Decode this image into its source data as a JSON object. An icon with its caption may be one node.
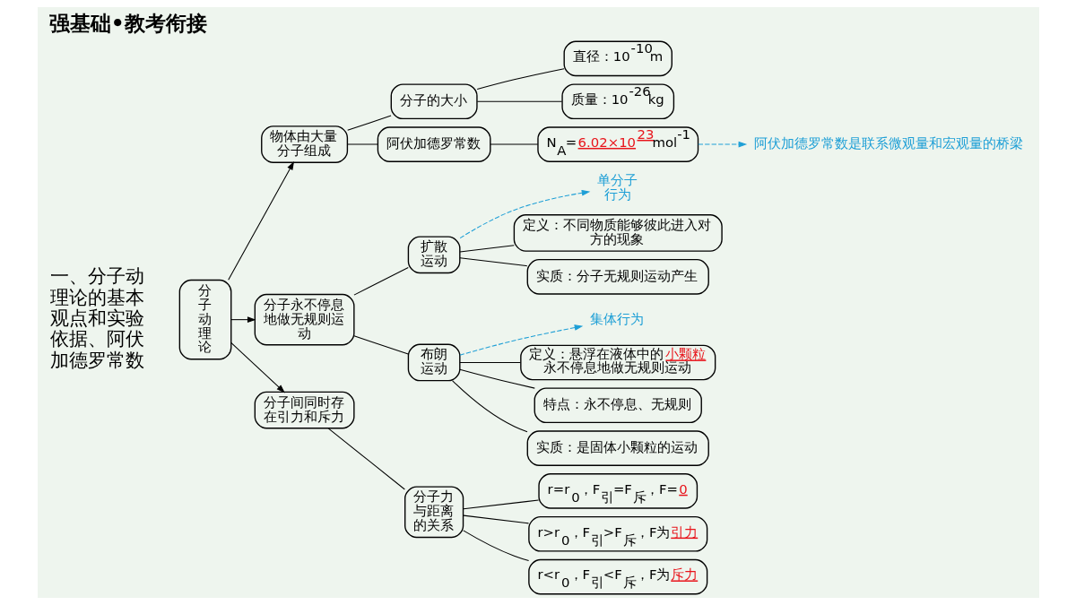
{
  "diagram": {
    "title": "强基础•教考衔接",
    "nodes": [
      {
        "text": [
          "分子动理论"
        ]
      },
      {
        "text": [
          "物体由大量分子组成"
        ]
      },
      {
        "text": [
          "分子的大小"
        ]
      },
      {
        "text": [
          "直径：10$^{-10}$m"
        ]
      },
      {
        "text": [
          "质量：10$^{-26}$kg"
        ]
      },
      {
        "text": [
          "阿伏加德罗常数"
        ]
      },
      {
        "text": [
          "N$_{A}$=",
          "6.02×10$^{23}$",
          "mol$^{-1}$"
        ]
      },
      {
        "text": [
          "阿伏加德罗常数是联系微观量和宏观量的桥梁"
        ]
      },
      {
        "text": [
          "分子永不停息地做无规则运动"
        ]
      },
      {
        "text": [
          "扩散运动"
        ]
      },
      {
        "text": [
          "单分子行为"
        ]
      },
      {
        "text": [
          "定义：不同物质能够彼此进入对方的现象"
        ]
      },
      {
        "text": [
          "实质：分子无规则运动产生"
        ]
      },
      {
        "text": [
          "布朗运动"
        ]
      },
      {
        "text": [
          "集体行为"
        ]
      },
      {
        "text": [
          "定义：悬浮在液体中的",
          "小颗粒",
          "永不停息地做无规则运动"
        ]
      },
      {
        "text": [
          "特点：永不停息、无规则"
        ]
      },
      {
        "text": [
          "实质：是固体小颗粒的运动"
        ]
      },
      {
        "text": [
          "分子间同时存在引力和斥力"
        ]
      },
      {
        "text": [
          "分子力与距离的关系"
        ]
      },
      {
        "text": [
          "r=r$_{0}$，F$_{引}$=F$_{斥}$，F=",
          "0"
        ]
      },
      {
        "text": [
          "r>r$_{0}$，F$_{引}$>F$_{斥}$，F为",
          "引力"
        ]
      },
      {
        "text": [
          "r<r$_{0}$，F$_{引}$<F$_{斥}$，F为",
          "斥力"
        ]
      }
    ],
    "edges": [
      {
        "from": 0,
        "to": 1,
        "arrow": "to"
      },
      {
        "from": 0,
        "to": 8,
        "arrow": "to"
      },
      {
        "from": 0,
        "to": 18,
        "arrow": "to"
      },
      {
        "from": 1,
        "to": 2,
        "arrow": "none"
      },
      {
        "from": 1,
        "to": 5,
        "arrow": "none"
      },
      {
        "from": 2,
        "to": 3,
        "arrow": "none"
      },
      {
        "from": 2,
        "to": 4,
        "arrow": "none"
      },
      {
        "from": 5,
        "to": 6,
        "arrow": "none"
      },
      {
        "from": 6,
        "to": 7,
        "arrow": "to",
        "style": "dashed",
        "color": "#1e9fd6"
      },
      {
        "from": 8,
        "to": 9,
        "arrow": "none"
      },
      {
        "from": 8,
        "to": 13,
        "arrow": "none"
      },
      {
        "from": 9,
        "to": 10,
        "arrow": "to",
        "style": "dashed",
        "color": "#1e9fd6"
      },
      {
        "from": 9,
        "to": 11,
        "arrow": "none"
      },
      {
        "from": 9,
        "to": 12,
        "arrow": "none"
      },
      {
        "from": 13,
        "to": 14,
        "arrow": "to",
        "style": "dashed",
        "color": "#1e9fd6"
      },
      {
        "from": 13,
        "to": 15,
        "arrow": "none"
      },
      {
        "from": 13,
        "to": 16,
        "arrow": "none"
      },
      {
        "from": 13,
        "to": 17,
        "arrow": "none"
      },
      {
        "from": 18,
        "to": 19,
        "arrow": "none"
      },
      {
        "from": 19,
        "to": 20,
        "arrow": "none"
      },
      {
        "from": 19,
        "to": 21,
        "arrow": "none"
      },
      {
        "from": 19,
        "to": 22,
        "arrow": "none"
      }
    ],
    "labels": [
      "一、分子动理论的基本观点和实验依据、阿伏加德罗常数"
    ]
  }
}
